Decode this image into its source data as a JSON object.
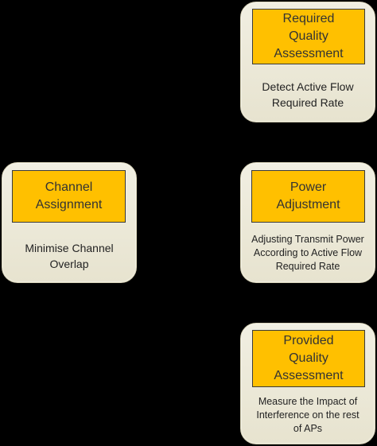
{
  "nodes": [
    {
      "id": "required-quality",
      "title": "Required\nQuality\nAssessment",
      "description": "Detect Active Flow\nRequired Rate"
    },
    {
      "id": "channel-assignment",
      "title": "Channel\nAssignment",
      "description": "Minimise Channel\nOverlap"
    },
    {
      "id": "power-adjustment",
      "title": "Power\nAdjustment",
      "description": "Adjusting Transmit Power\nAccording to Active Flow\nRequired Rate"
    },
    {
      "id": "provided-quality",
      "title": "Provided\nQuality\nAssessment",
      "description": "Measure the Impact of\nInterference on the rest\nof APs"
    }
  ],
  "colors": {
    "background": "#000000",
    "card": "#ece9d8",
    "title_box": "#ffc000",
    "title_text": "#333333"
  }
}
